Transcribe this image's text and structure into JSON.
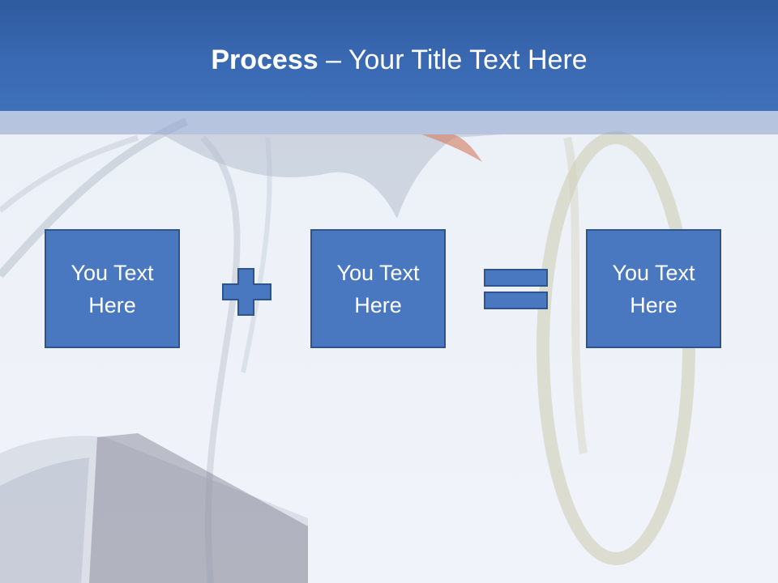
{
  "slide": {
    "title_bold": "Process",
    "title_rest": " – Your Title Text Here",
    "boxes": [
      {
        "text": "You Text Here"
      },
      {
        "text": "You Text Here"
      },
      {
        "text": "You Text Here"
      }
    ],
    "operators": [
      {
        "icon": "plus-icon"
      },
      {
        "icon": "equals-icon"
      }
    ]
  },
  "colors": {
    "header": "#3a69b3",
    "box_fill": "#4a78c0",
    "box_border": "#2c5590",
    "text": "#ffffff"
  }
}
